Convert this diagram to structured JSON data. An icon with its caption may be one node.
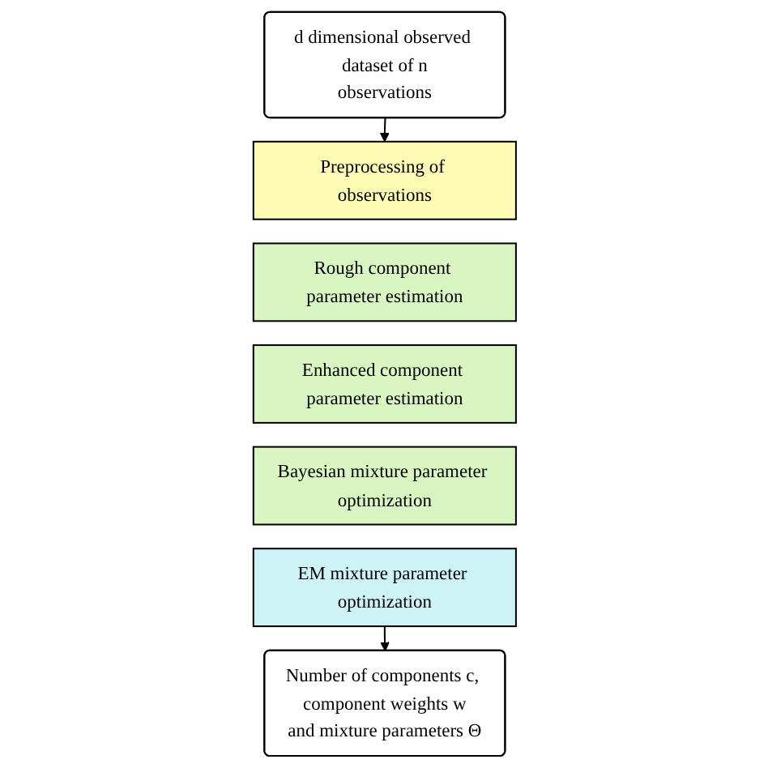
{
  "diagram": {
    "nodes": [
      {
        "text": [
          "d dimensional observed dataset of n observations"
        ]
      },
      {
        "text": [
          "Preprocessing of observations"
        ]
      },
      {
        "text": [
          "Rough component parameter estimation"
        ]
      },
      {
        "text": [
          "Enhanced component parameter estimation"
        ]
      },
      {
        "text": [
          "Bayesian mixture parameter optimization"
        ]
      },
      {
        "text": [
          "EM mixture parameter optimization"
        ]
      },
      {
        "text": [
          "Number of components c, component weights w and mixture parameters Θ"
        ]
      }
    ],
    "edges": [
      {
        "from": 0,
        "to": 1,
        "arrow": "to"
      },
      {
        "from": 5,
        "to": 6,
        "arrow": "to"
      }
    ]
  }
}
